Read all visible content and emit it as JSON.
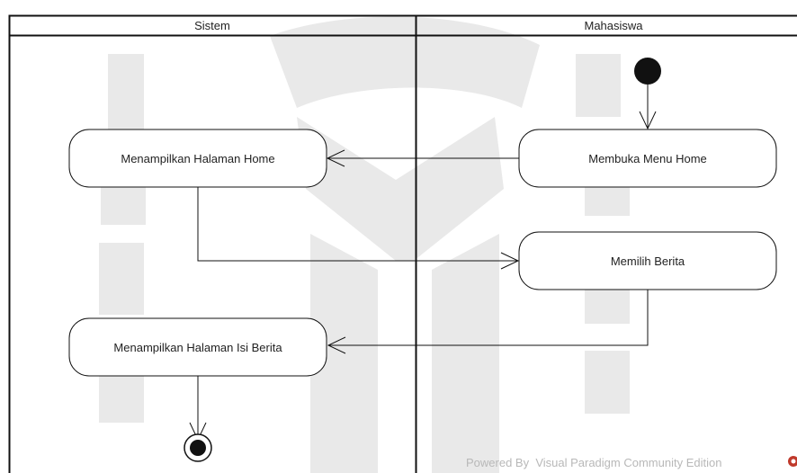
{
  "swimlanes": [
    {
      "id": "sistem",
      "title": "Sistem"
    },
    {
      "id": "mahasiswa",
      "title": "Mahasiswa"
    }
  ],
  "activities": [
    {
      "id": "membuka",
      "label": "Membuka Menu Home",
      "lane": "mahasiswa"
    },
    {
      "id": "tampil_home",
      "label": "Menampilkan Halaman Home",
      "lane": "sistem"
    },
    {
      "id": "memilih",
      "label": "Memilih Berita",
      "lane": "mahasiswa"
    },
    {
      "id": "tampil_isi",
      "label": "Menampilkan Halaman Isi Berita",
      "lane": "sistem"
    }
  ],
  "flows": [
    {
      "from": "start",
      "to": "membuka"
    },
    {
      "from": "membuka",
      "to": "tampil_home"
    },
    {
      "from": "tampil_home",
      "to": "memilih"
    },
    {
      "from": "memilih",
      "to": "tampil_isi"
    },
    {
      "from": "tampil_isi",
      "to": "end"
    }
  ],
  "footer": {
    "powered_by": "Powered By  Visual Paradigm Community Edition"
  },
  "colors": {
    "line": "#111111",
    "background": "#ffffff",
    "watermark": "#e9e9e9",
    "footer_text": "#b8b8b8",
    "brand_mark": "#c0392b"
  }
}
